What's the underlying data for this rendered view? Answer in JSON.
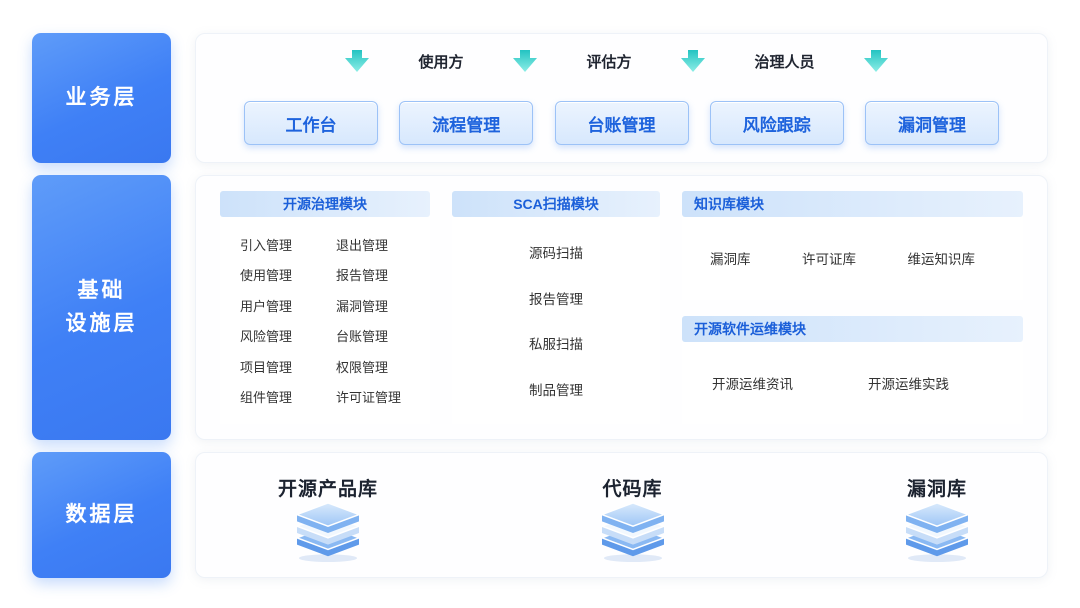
{
  "business": {
    "layer_label": "业务层",
    "roles": [
      "使用方",
      "评估方",
      "治理人员"
    ],
    "buttons": [
      "工作台",
      "流程管理",
      "台账管理",
      "风险跟踪",
      "漏洞管理"
    ]
  },
  "infrastructure": {
    "layer_label_line1": "基础",
    "layer_label_line2": "设施层",
    "modules": {
      "governance": {
        "title": "开源治理模块",
        "items": [
          "引入管理",
          "退出管理",
          "使用管理",
          "报告管理",
          "用户管理",
          "漏洞管理",
          "风险管理",
          "台账管理",
          "项目管理",
          "权限管理",
          "组件管理",
          "许可证管理"
        ]
      },
      "sca": {
        "title": "SCA扫描模块",
        "items": [
          "源码扫描",
          "报告管理",
          "私服扫描",
          "制品管理"
        ]
      },
      "knowledge": {
        "title": "知识库模块",
        "items": [
          "漏洞库",
          "许可证库",
          "维运知识库"
        ]
      },
      "ops": {
        "title": "开源软件运维模块",
        "items": [
          "开源运维资讯",
          "开源运维实践"
        ]
      }
    }
  },
  "data_layer": {
    "layer_label": "数据层",
    "stores": [
      "开源产品库",
      "代码库",
      "漏洞库"
    ]
  },
  "colors": {
    "layer_block_blue": "#3f80f6",
    "button_text_blue": "#1e63dd",
    "module_header_bg": "#cde2fa",
    "module_header_text": "#1b5fd9",
    "arrow_teal": "#35d0c9",
    "db_icon_blue": "#86b7f3"
  }
}
